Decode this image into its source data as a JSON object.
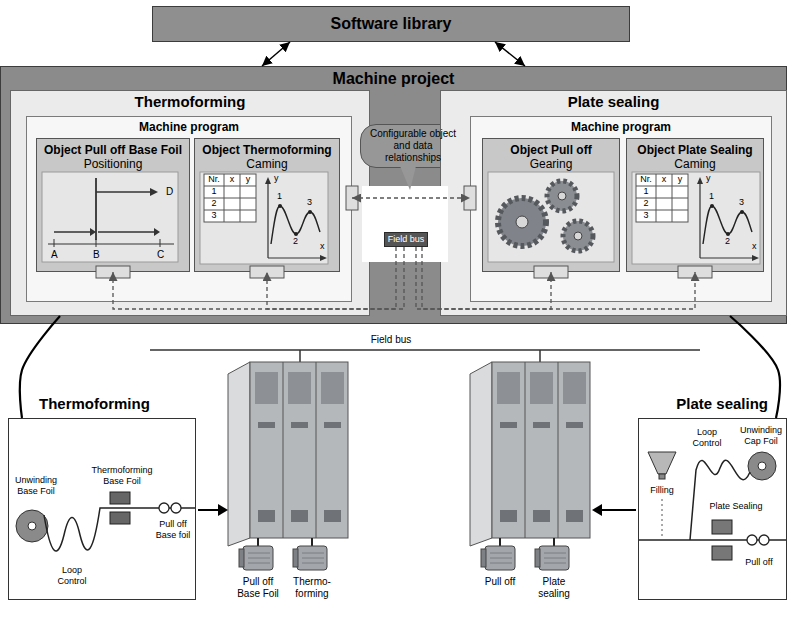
{
  "diagram": {
    "nodes": [
      {
        "text": [
          "Software library"
        ]
      },
      {
        "text": [
          "Machine project"
        ]
      },
      {
        "text": [
          "Thermoforming"
        ],
        "in": 1
      },
      {
        "text": [
          "Machine program"
        ],
        "in": 2
      },
      {
        "text": [
          "Object Pull off Base Foil",
          "Positioning"
        ],
        "in": 3
      },
      {
        "text": [
          "Object Thermoforming",
          "Caming"
        ],
        "in": 3
      },
      {
        "text": [
          "Configurable object and data relationships"
        ],
        "in": 1
      },
      {
        "text": [
          "Field bus"
        ],
        "in": 1
      },
      {
        "text": [
          "Plate sealing"
        ],
        "in": 1
      },
      {
        "text": [
          "Machine program"
        ],
        "in": 8
      },
      {
        "text": [
          "Object Pull off",
          "Gearing"
        ],
        "in": 9
      },
      {
        "text": [
          "Object Plate Sealing",
          "Caming"
        ],
        "in": 9
      },
      {
        "text": [
          "Thermoforming",
          "Unwinding Base Foil",
          "Loop Control",
          "Thermoforming Base Foil",
          "Pull off Base foil"
        ]
      },
      {
        "text": [
          "Plate sealing",
          "Loop Control",
          "Unwinding Cap Foil",
          "Filling",
          "Plate Sealing",
          "Pull off"
        ]
      }
    ],
    "edges": [
      {
        "from": 0,
        "to": 1,
        "arrow": "both"
      },
      {
        "from": 0,
        "to": 1,
        "arrow": "both"
      },
      {
        "from": 3,
        "to": 9,
        "arrow": "both"
      },
      {
        "from": 7,
        "to": 4,
        "arrow": "to"
      },
      {
        "from": 7,
        "to": 5,
        "arrow": "to"
      },
      {
        "from": 7,
        "to": 10,
        "arrow": "to"
      },
      {
        "from": 7,
        "to": 11,
        "arrow": "to"
      },
      {
        "from": 2,
        "to": 12,
        "arrow": "none"
      },
      {
        "from": 8,
        "to": 13,
        "arrow": "none"
      }
    ],
    "labels": [
      "A",
      "B",
      "C",
      "D",
      "Nr.",
      "x",
      "y",
      "1",
      "2",
      "3",
      "y",
      "1",
      "2",
      "3",
      "x",
      "Nr.",
      "x",
      "y",
      "1",
      "2",
      "3",
      "y",
      "1",
      "2",
      "3",
      "x",
      "Field bus",
      "Pull off Base Foil",
      "Thermo- forming",
      "Pull off",
      "Plate sealing"
    ]
  }
}
